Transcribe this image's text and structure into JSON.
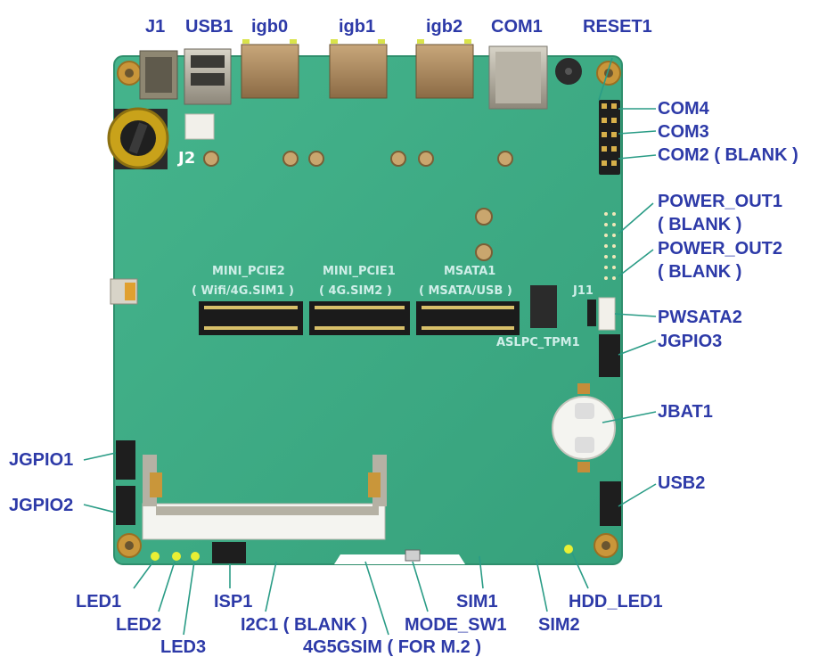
{
  "labels": {
    "j1": "J1",
    "usb1": "USB1",
    "igb0": "igb0",
    "igb1": "igb1",
    "igb2": "igb2",
    "com1": "COM1",
    "reset1": "RESET1",
    "com4": "COM4",
    "com3": "COM3",
    "com2": "COM2 ( BLANK )",
    "power_out1": "POWER_OUT1",
    "power_out1_blank": "( BLANK )",
    "power_out2": "POWER_OUT2",
    "power_out2_blank": "( BLANK )",
    "pwsata2": "PWSATA2",
    "jgpio3": "JGPIO3",
    "jbat1": "JBAT1",
    "usb2": "USB2",
    "jgpio1": "JGPIO1",
    "jgpio2": "JGPIO2",
    "led1": "LED1",
    "led2": "LED2",
    "led3": "LED3",
    "isp1": "ISP1",
    "i2c1": "I2C1 ( BLANK )",
    "g5gsim": "4G5GSIM ( FOR M.2 )",
    "mode_sw1": "MODE_SW1",
    "sim1": "SIM1",
    "sim2": "SIM2",
    "hdd_led1": "HDD_LED1"
  },
  "silkscreen": {
    "j2": "J2",
    "mini_pcie2": "MINI_PCIE2",
    "mini_pcie2_sub": "( Wifi/4G.SIM1 )",
    "mini_pcie1": "MINI_PCIE1",
    "mini_pcie1_sub": "( 4G.SIM2 )",
    "msata1": "MSATA1",
    "msata1_sub": "( MSATA/USB )",
    "j11": "J11",
    "aslpc_tpm1": "ASLPC_TPM1"
  },
  "colors": {
    "board": "#3fae86",
    "label_blue": "#2d3aa8",
    "silk": "#cfeee8",
    "leader": "#2a9c86"
  }
}
